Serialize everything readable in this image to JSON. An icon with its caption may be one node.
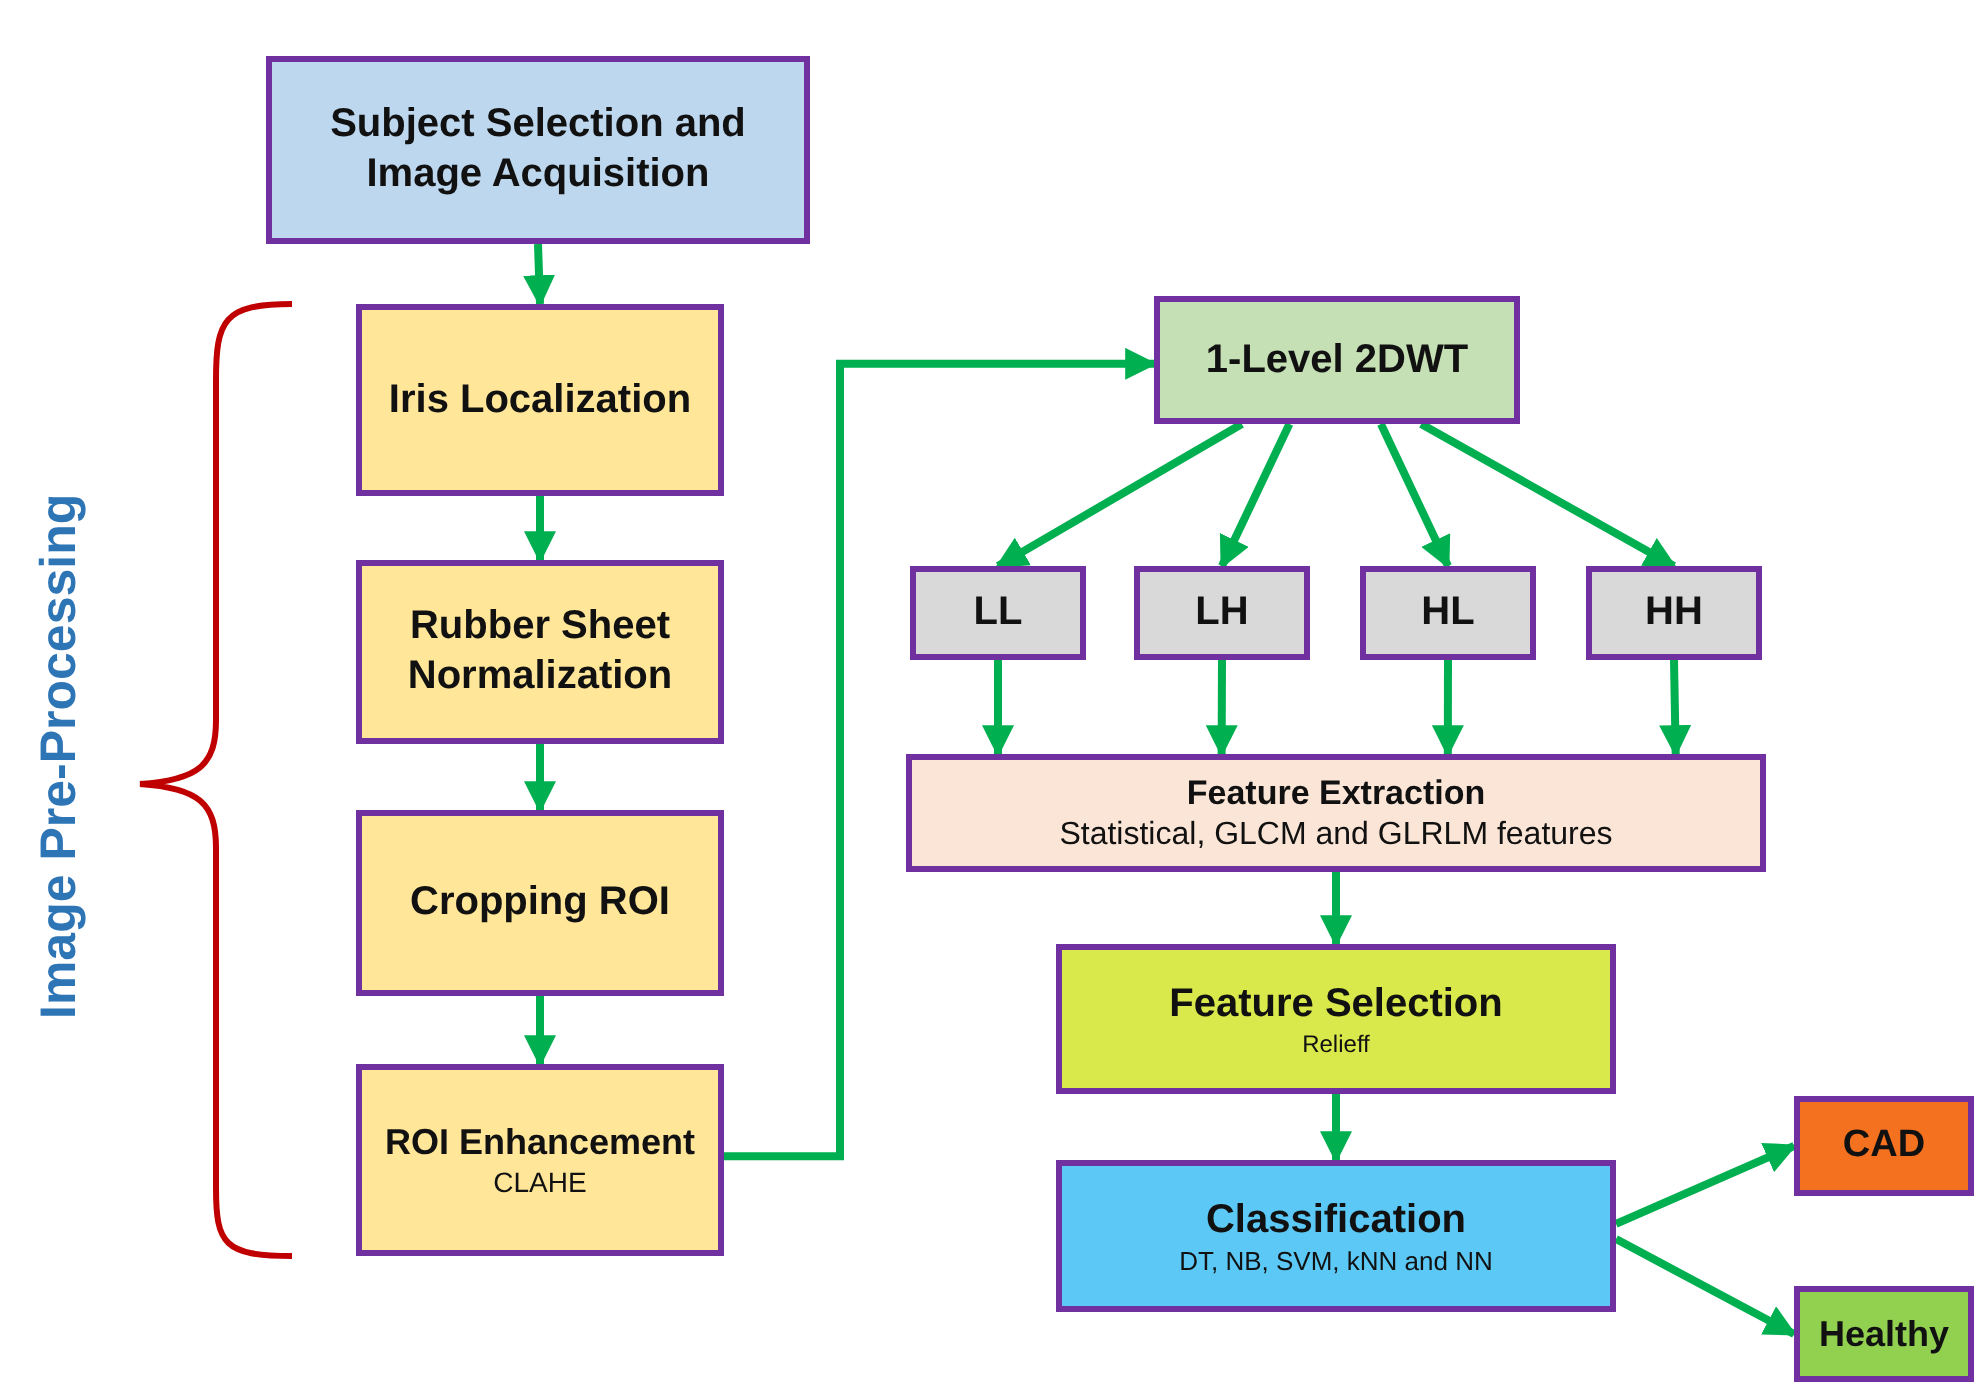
{
  "diagram": {
    "nodes": [
      {
        "text": [
          "Subject Selection and Image Acquisition"
        ]
      },
      {
        "text": [
          "Iris Localization"
        ]
      },
      {
        "text": [
          "Rubber Sheet Normalization"
        ]
      },
      {
        "text": [
          "Cropping ROI"
        ]
      },
      {
        "text": [
          "ROI Enhancement",
          "CLAHE"
        ]
      },
      {
        "text": [
          "1-Level 2DWT"
        ]
      },
      {
        "text": [
          "LL"
        ]
      },
      {
        "text": [
          "LH"
        ]
      },
      {
        "text": [
          "HL"
        ]
      },
      {
        "text": [
          "HH"
        ]
      },
      {
        "text": [
          "Feature Extraction",
          "Statistical, GLCM and GLRLM features"
        ]
      },
      {
        "text": [
          "Feature Selection",
          "Relieff"
        ]
      },
      {
        "text": [
          "Classification",
          "DT, NB, SVM, kNN and NN"
        ]
      },
      {
        "text": [
          "CAD"
        ]
      },
      {
        "text": [
          "Healthy"
        ]
      }
    ],
    "edges": [
      {
        "from": 0,
        "to": 1,
        "arrow": "to"
      },
      {
        "from": 1,
        "to": 2,
        "arrow": "to"
      },
      {
        "from": 2,
        "to": 3,
        "arrow": "to"
      },
      {
        "from": 3,
        "to": 4,
        "arrow": "to"
      },
      {
        "from": 4,
        "to": 5,
        "arrow": "to"
      },
      {
        "from": 5,
        "to": 6,
        "arrow": "to"
      },
      {
        "from": 5,
        "to": 7,
        "arrow": "to"
      },
      {
        "from": 5,
        "to": 8,
        "arrow": "to"
      },
      {
        "from": 5,
        "to": 9,
        "arrow": "to"
      },
      {
        "from": 6,
        "to": 10,
        "arrow": "to"
      },
      {
        "from": 7,
        "to": 10,
        "arrow": "to"
      },
      {
        "from": 8,
        "to": 10,
        "arrow": "to"
      },
      {
        "from": 9,
        "to": 10,
        "arrow": "to"
      },
      {
        "from": 10,
        "to": 11,
        "arrow": "to"
      },
      {
        "from": 11,
        "to": 12,
        "arrow": "to"
      },
      {
        "from": 12,
        "to": 13,
        "arrow": "to"
      },
      {
        "from": 12,
        "to": 14,
        "arrow": "to"
      }
    ],
    "labels": [
      "Image Pre-Processing"
    ]
  }
}
